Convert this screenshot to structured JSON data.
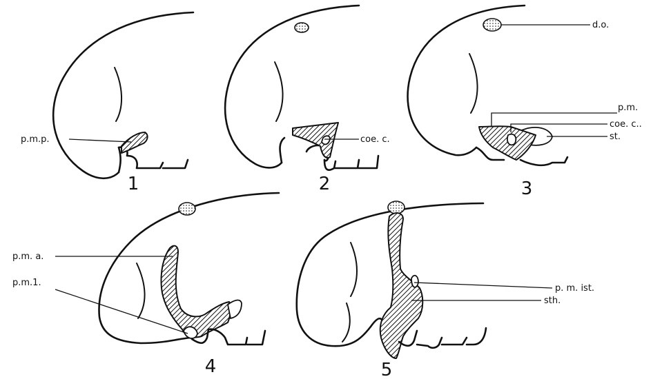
{
  "panels": [
    {
      "number": "1",
      "labels": [
        "p.m.p."
      ]
    },
    {
      "number": "2",
      "labels": [
        "coe. c."
      ]
    },
    {
      "number": "3",
      "labels": [
        "d.o.",
        "p.m.",
        "coe. c..",
        "st."
      ]
    },
    {
      "number": "4",
      "labels": [
        "p.m. a.",
        "p.m.1."
      ]
    },
    {
      "number": "5",
      "labels": [
        "p. m. ist.",
        "sth."
      ]
    }
  ]
}
